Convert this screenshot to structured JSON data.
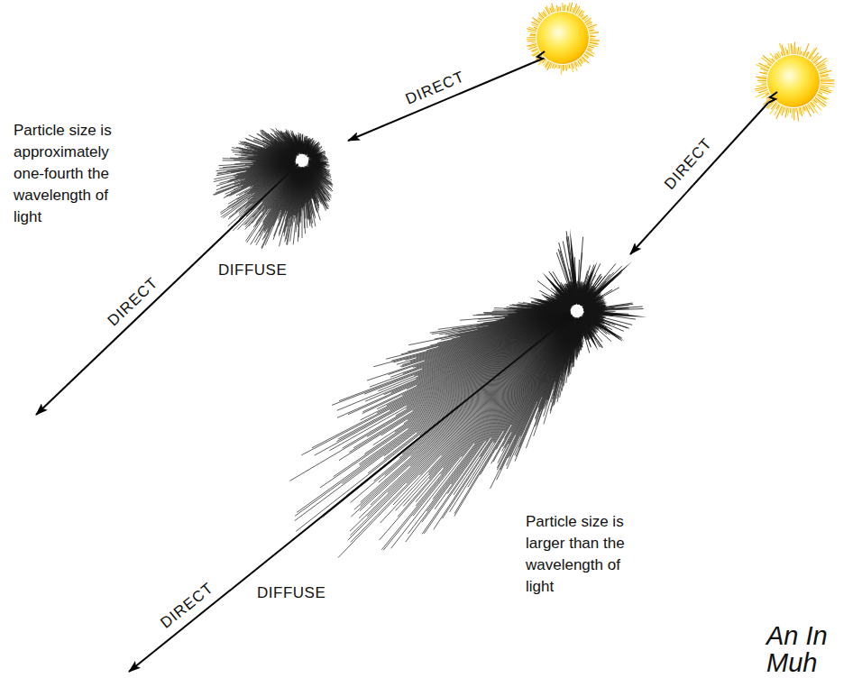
{
  "diagram": {
    "labels": [
      "DIRECT",
      "DIRECT",
      "Particle size is approximately one-fourth the wavelength of light",
      "DIRECT",
      "DIFFUSE",
      "Particle size is larger than the wavelength of light",
      "DIFFUSE",
      "DIRECT",
      "An In",
      "Muh"
    ]
  }
}
